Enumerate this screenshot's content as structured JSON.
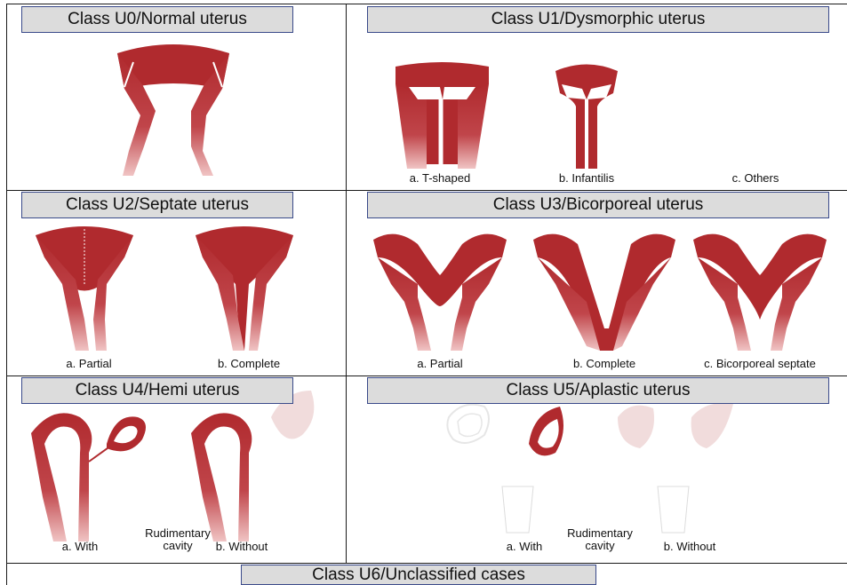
{
  "classes": {
    "u0": {
      "title": "Class U0/Normal uterus"
    },
    "u1": {
      "title": "Class U1/Dysmorphic uterus",
      "variants": [
        "a. T-shaped",
        "b. Infantilis",
        "c. Others"
      ]
    },
    "u2": {
      "title": "Class U2/Septate uterus",
      "variants": [
        "a. Partial",
        "b. Complete"
      ]
    },
    "u3": {
      "title": "Class U3/Bicorporeal uterus",
      "variants": [
        "a. Partial",
        "b. Complete",
        "c. Bicorporeal septate"
      ]
    },
    "u4": {
      "title": "Class U4/Hemi uterus",
      "variants": [
        "a. With",
        "b. Without"
      ],
      "middle_label_line1": "Rudimentary",
      "middle_label_line2": "cavity"
    },
    "u5": {
      "title": "Class U5/Aplastic uterus",
      "variants": [
        "a. With",
        "b. Without"
      ],
      "middle_label_line1": "Rudimentary",
      "middle_label_line2": "cavity"
    },
    "u6": {
      "title": "Class U6/Unclassified cases"
    }
  },
  "colors": {
    "muscle": "#b02a2e",
    "muscle_light": "#e8a0a0",
    "faded": "#f1dcdc",
    "outline": "#3a4a8a",
    "header_bg": "#dcdcdc"
  }
}
